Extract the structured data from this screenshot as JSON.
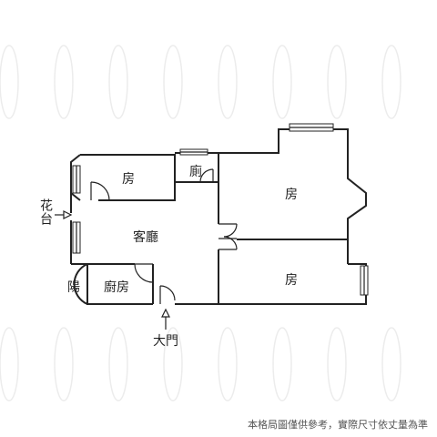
{
  "rooms": {
    "bedroom_small": "房",
    "toilet": "廁",
    "bedroom_upper_right": "房",
    "living_room": "客廳",
    "bedroom_lower_right": "房",
    "kitchen": "廚房",
    "balcony": "陽"
  },
  "annotations": {
    "flower_bed": "花台",
    "main_door": "大門"
  },
  "footnote": "本格局圖僅供參考，實際尺寸依丈量為準"
}
